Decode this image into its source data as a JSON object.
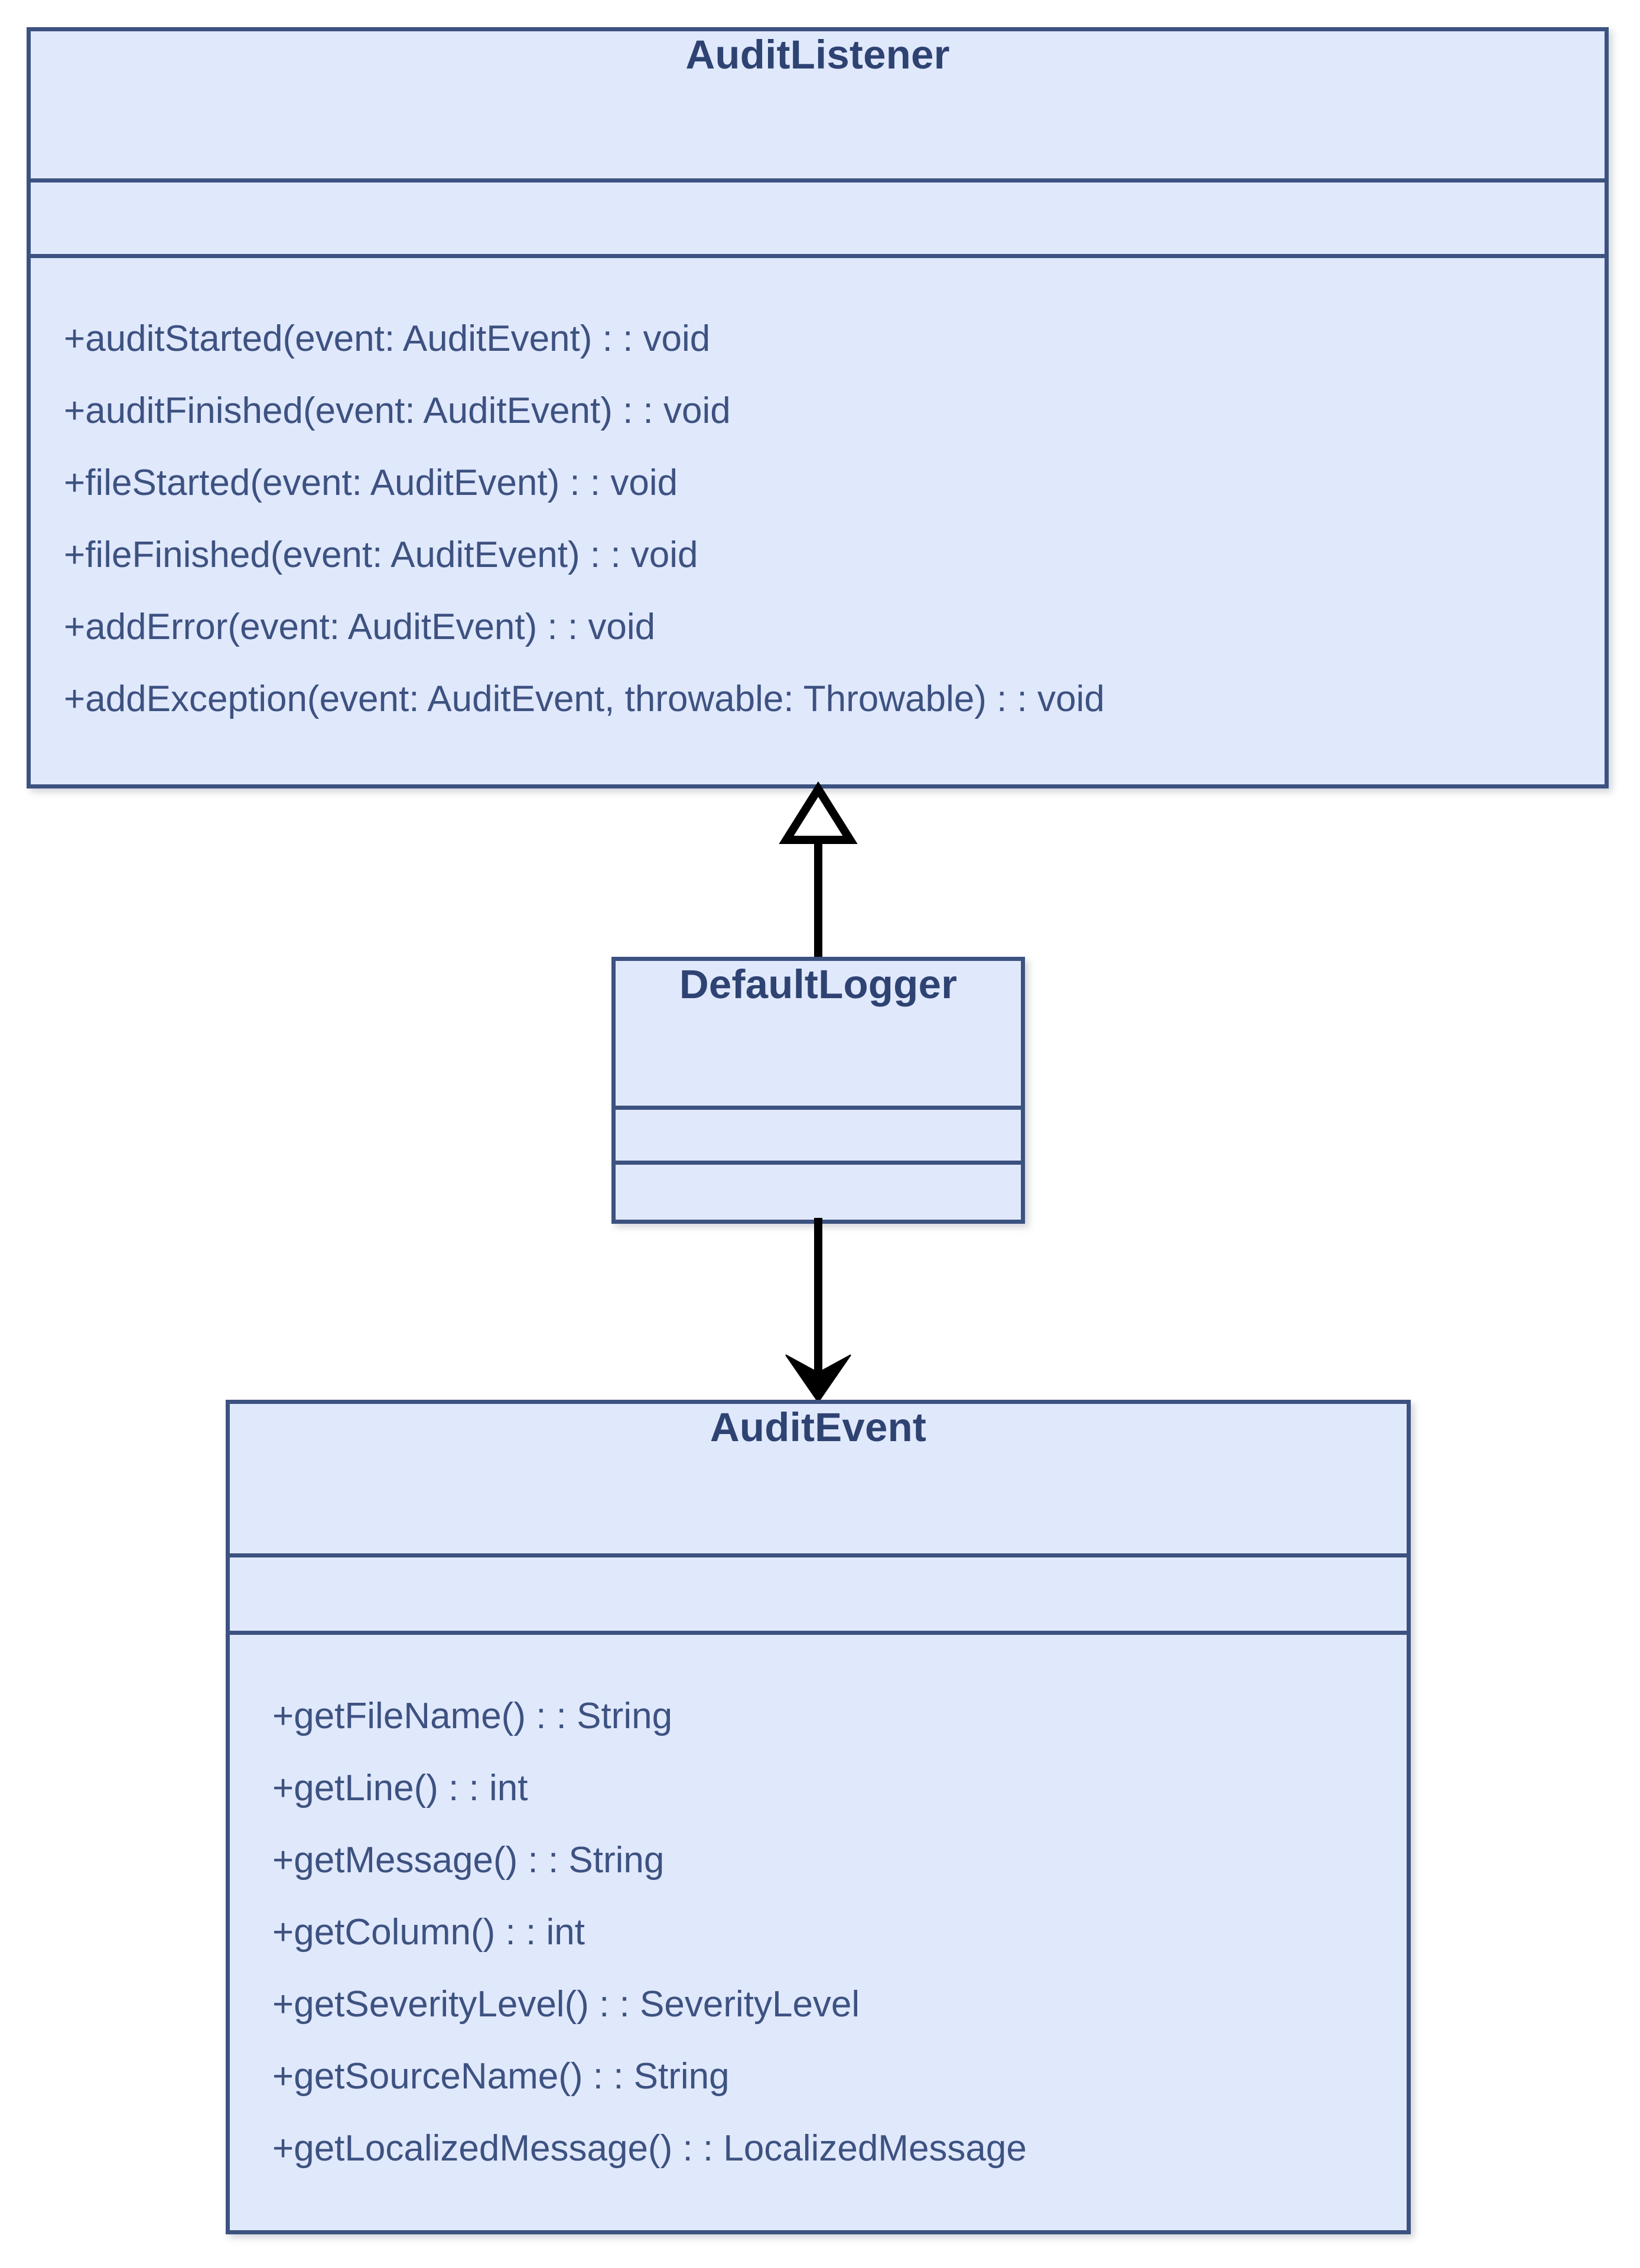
{
  "diagram": {
    "type": "uml-class-diagram",
    "background_color": "#ffffff",
    "box_fill_color": "#e0e8fb",
    "box_border_color": "#3c5280",
    "class_name_color": "#2e4372",
    "member_text_color": "#3d5281",
    "connector_color": "#000000",
    "classes": [
      {
        "id": "audit-listener",
        "name": "AuditListener",
        "attributes": [],
        "operations": [
          "+auditStarted(event: AuditEvent) : : void",
          "+auditFinished(event: AuditEvent) : : void",
          "+fileStarted(event: AuditEvent) : : void",
          "+fileFinished(event: AuditEvent) : : void",
          "+addError(event: AuditEvent) : : void",
          "+addException(event: AuditEvent, throwable: Throwable) : : void"
        ]
      },
      {
        "id": "default-logger",
        "name": "DefaultLogger",
        "attributes": [],
        "operations": []
      },
      {
        "id": "audit-event",
        "name": "AuditEvent",
        "attributes": [],
        "operations": [
          "+getFileName() : : String",
          "+getLine() : : int",
          "+getMessage() : : String",
          "+getColumn() : : int",
          "+getSeverityLevel() : : SeverityLevel",
          "+getSourceName() : : String",
          "+getLocalizedMessage() : : LocalizedMessage"
        ]
      }
    ],
    "connectors": [
      {
        "id": "generalization",
        "kind": "generalization",
        "arrowhead": "hollow-triangle",
        "direction": "up",
        "from": "DefaultLogger",
        "to": "AuditListener"
      },
      {
        "id": "association",
        "kind": "association",
        "arrowhead": "solid-open-arrow",
        "direction": "down",
        "from": "DefaultLogger",
        "to": "AuditEvent"
      }
    ]
  }
}
